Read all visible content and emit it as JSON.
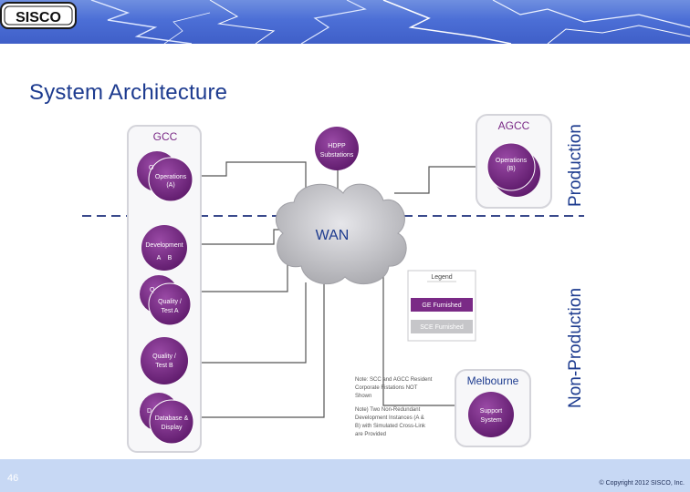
{
  "slide": {
    "title": "System Architecture",
    "page_number": "46",
    "copyright": "© Copyright 2012 SISCO, Inc."
  },
  "logo": {
    "text": "SISCO"
  },
  "zones": {
    "production": "Production",
    "non_production": "Non-Production"
  },
  "gcc": {
    "title": "GCC",
    "nodes": {
      "operations": [
        "Operations",
        "(A)"
      ],
      "development": [
        "Development",
        "A    B"
      ],
      "quality_a": [
        "Quality /",
        "Test A"
      ],
      "quality_b": [
        "Quality /",
        "Test B"
      ],
      "database": [
        "Database &",
        "Display"
      ]
    },
    "stack_peeks": {
      "ops": "O",
      "quality": "Q",
      "db": "D"
    }
  },
  "hdpp": {
    "lines": [
      "HDPP",
      "Substations"
    ]
  },
  "agcc": {
    "title": "AGCC",
    "lines": [
      "Operations",
      "(B)"
    ]
  },
  "wan": {
    "label": "WAN"
  },
  "legend": {
    "title": "Legend",
    "items": [
      {
        "label": "GE Furnished",
        "color": "#7a2a86"
      },
      {
        "label": "SCE Furnished",
        "color": "#c6c6c9"
      }
    ]
  },
  "notes": {
    "note1": [
      "Note: SCC and AGCC Resident",
      "Corporate Fistations NOT",
      "Shown"
    ],
    "note2": [
      "Note) Two Non-Redundant",
      "Development Instances (A &",
      "B) with Simulated Cross-Link",
      "are Provided"
    ]
  },
  "melbourne": {
    "title": "Melbourne",
    "lines": [
      "Support",
      "System"
    ]
  },
  "colors": {
    "purple": "#7a2a86",
    "title_blue": "#1d3b8f",
    "panel_border": "#d4d4da",
    "cloud": "#c2c2c6",
    "link": "#555555"
  }
}
